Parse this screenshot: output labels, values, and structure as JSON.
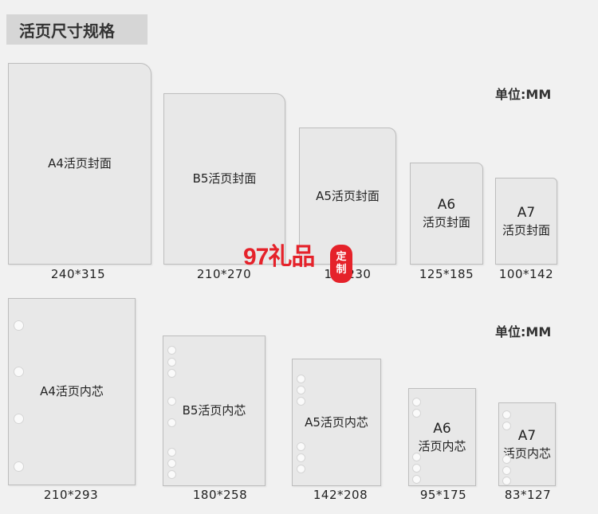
{
  "title": "活页尺寸规格",
  "unit_label": "单位:MM",
  "covers": [
    {
      "name": "A4活页封面",
      "size": "240*315"
    },
    {
      "name": "B5活页封面",
      "size": "210*270"
    },
    {
      "name": "A5活页封面",
      "size": "17▮230"
    },
    {
      "name": "A6",
      "name2": "活页封面",
      "size": "125*185"
    },
    {
      "name": "A7",
      "name2": "活页封面",
      "size": "100*142"
    }
  ],
  "inserts": [
    {
      "name": "A4活页内芯",
      "size": "210*293"
    },
    {
      "name": "B5活页内芯",
      "size": "180*258"
    },
    {
      "name": "A5活页内芯",
      "size": "142*208"
    },
    {
      "name": "A6",
      "name2": "活页内芯",
      "size": "95*175"
    },
    {
      "name": "A7",
      "name2": "活页内芯",
      "size": "83*127"
    }
  ],
  "watermark": {
    "text": "97礼品",
    "seal_top": "定",
    "seal_bottom": "制"
  },
  "colors": {
    "background": "#f1f1f1",
    "card": "#e8e8e8",
    "title_tab": "#d6d6d6",
    "watermark": "#e5222a"
  }
}
